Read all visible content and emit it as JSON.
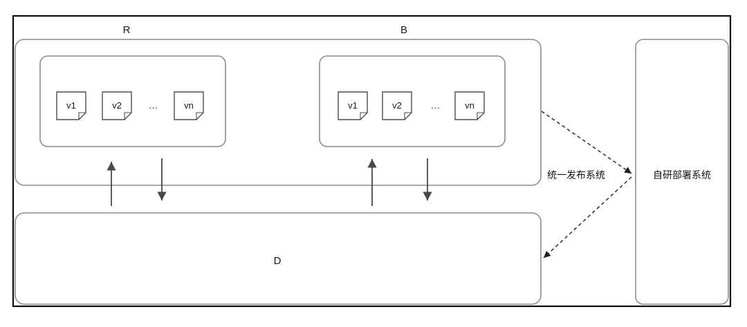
{
  "diagram": {
    "title_region": "deployment-architecture",
    "colors": {
      "outer_border": "#0d0d0d",
      "panel_border": "#8c8c8c",
      "doc_border": "#4d4d4d",
      "arrow": "#4a4a4a",
      "dashed": "#2b2b2b",
      "background": "#ffffff",
      "text": "#1a1a1a"
    },
    "outer_frame": {
      "name": "outer-frame"
    },
    "sections": [
      {
        "id": "R",
        "label": "R",
        "docs": [
          {
            "label": "v1"
          },
          {
            "label": "v2"
          },
          {
            "label": "..."
          },
          {
            "label": "vn"
          }
        ]
      },
      {
        "id": "B",
        "label": "B",
        "docs": [
          {
            "label": "v1"
          },
          {
            "label": "v2"
          },
          {
            "label": "..."
          },
          {
            "label": "vn"
          }
        ]
      }
    ],
    "bottom_panel": {
      "id": "D",
      "label": "D"
    },
    "release_system": {
      "label": "统一发布系统"
    },
    "deploy_system": {
      "label": "自研部署系统"
    },
    "arrows": {
      "r_up": "solid-up-arrow",
      "r_down": "solid-down-arrow",
      "b_up": "solid-up-arrow",
      "b_down": "solid-down-arrow",
      "dashed_top": "dashed-arrow-to-deploy",
      "dashed_bottom": "dashed-arrow-to-d"
    }
  }
}
